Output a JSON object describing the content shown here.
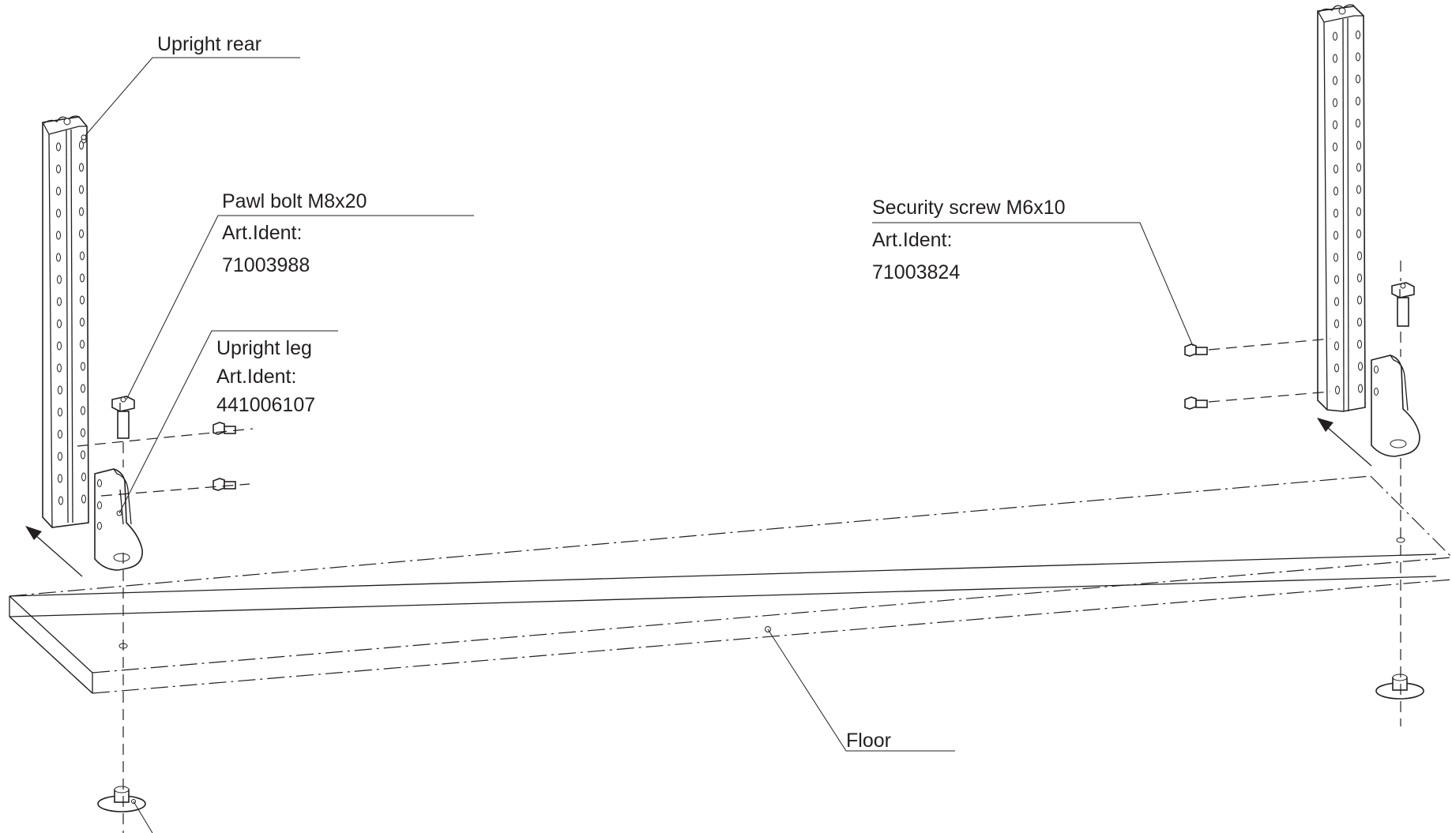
{
  "labels": {
    "upright_rear": "Upright rear",
    "pawl_bolt": {
      "name": "Pawl bolt M8x20",
      "art_ident_label": "Art.Ident:",
      "art_ident_number": "71003988"
    },
    "upright_leg": {
      "name": "Upright leg",
      "art_ident_label": "Art.Ident:",
      "art_ident_number": "441006107"
    },
    "security_screw": {
      "name": "Security screw M6x10",
      "art_ident_label": "Art.Ident:",
      "art_ident_number": "71003824"
    },
    "floor": "Floor"
  },
  "colors": {
    "line": "#231f20",
    "background": "#ffffff"
  }
}
